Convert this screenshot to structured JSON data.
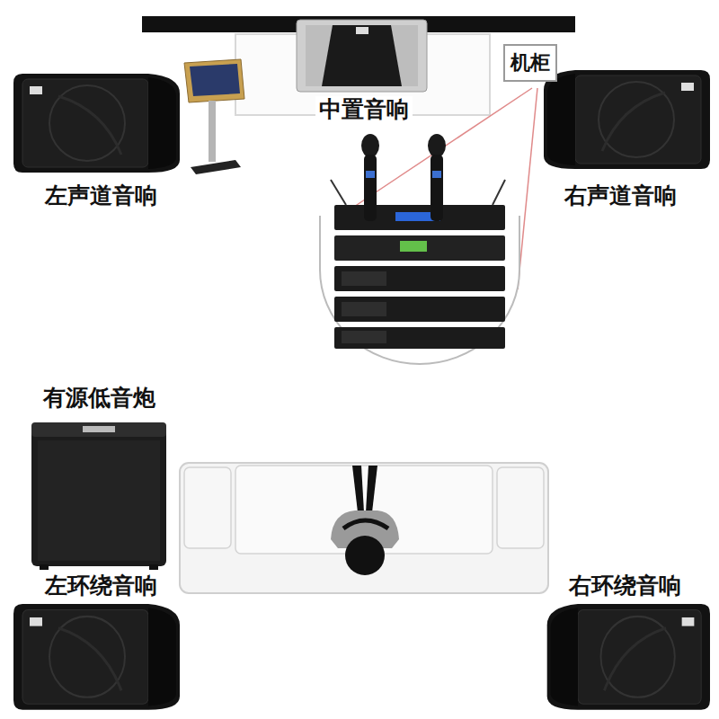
{
  "diagram": {
    "nodes": [
      {
        "text": [
          "中置音响"
        ]
      },
      {
        "text": [
          "机柜"
        ]
      },
      {
        "text": [
          "左声道音响"
        ]
      },
      {
        "text": [
          "右声道音响"
        ]
      },
      {
        "text": [
          "有源低音炮"
        ]
      },
      {
        "text": [
          "左环绕音响"
        ]
      },
      {
        "text": [
          "右环绕音响"
        ]
      }
    ]
  }
}
